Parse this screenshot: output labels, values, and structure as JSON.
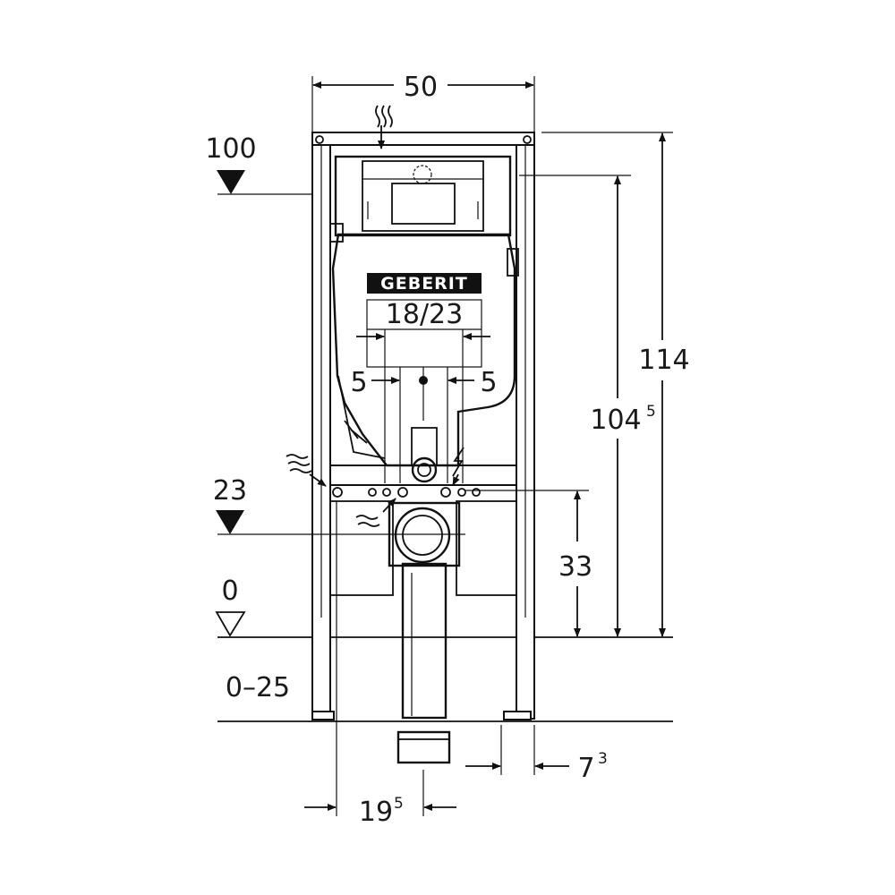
{
  "brand": "GEBERIT",
  "dimensions": {
    "frame_width": "50",
    "flush_plate": "18/23",
    "offset_left": "5",
    "offset_right": "5",
    "total_height": "114",
    "cistern_height_main": "104",
    "cistern_height_sup": "5",
    "connection_height": "33",
    "floor_range": "0–25",
    "bottom_offset_main": "19",
    "bottom_offset_sup": "5",
    "right_offset_main": "7",
    "right_offset_sup": "3"
  },
  "levels": {
    "top_level": "100",
    "inlet_level": "23",
    "floor_level": "0"
  },
  "colors": {
    "line": "#111111",
    "background": "#ffffff"
  }
}
